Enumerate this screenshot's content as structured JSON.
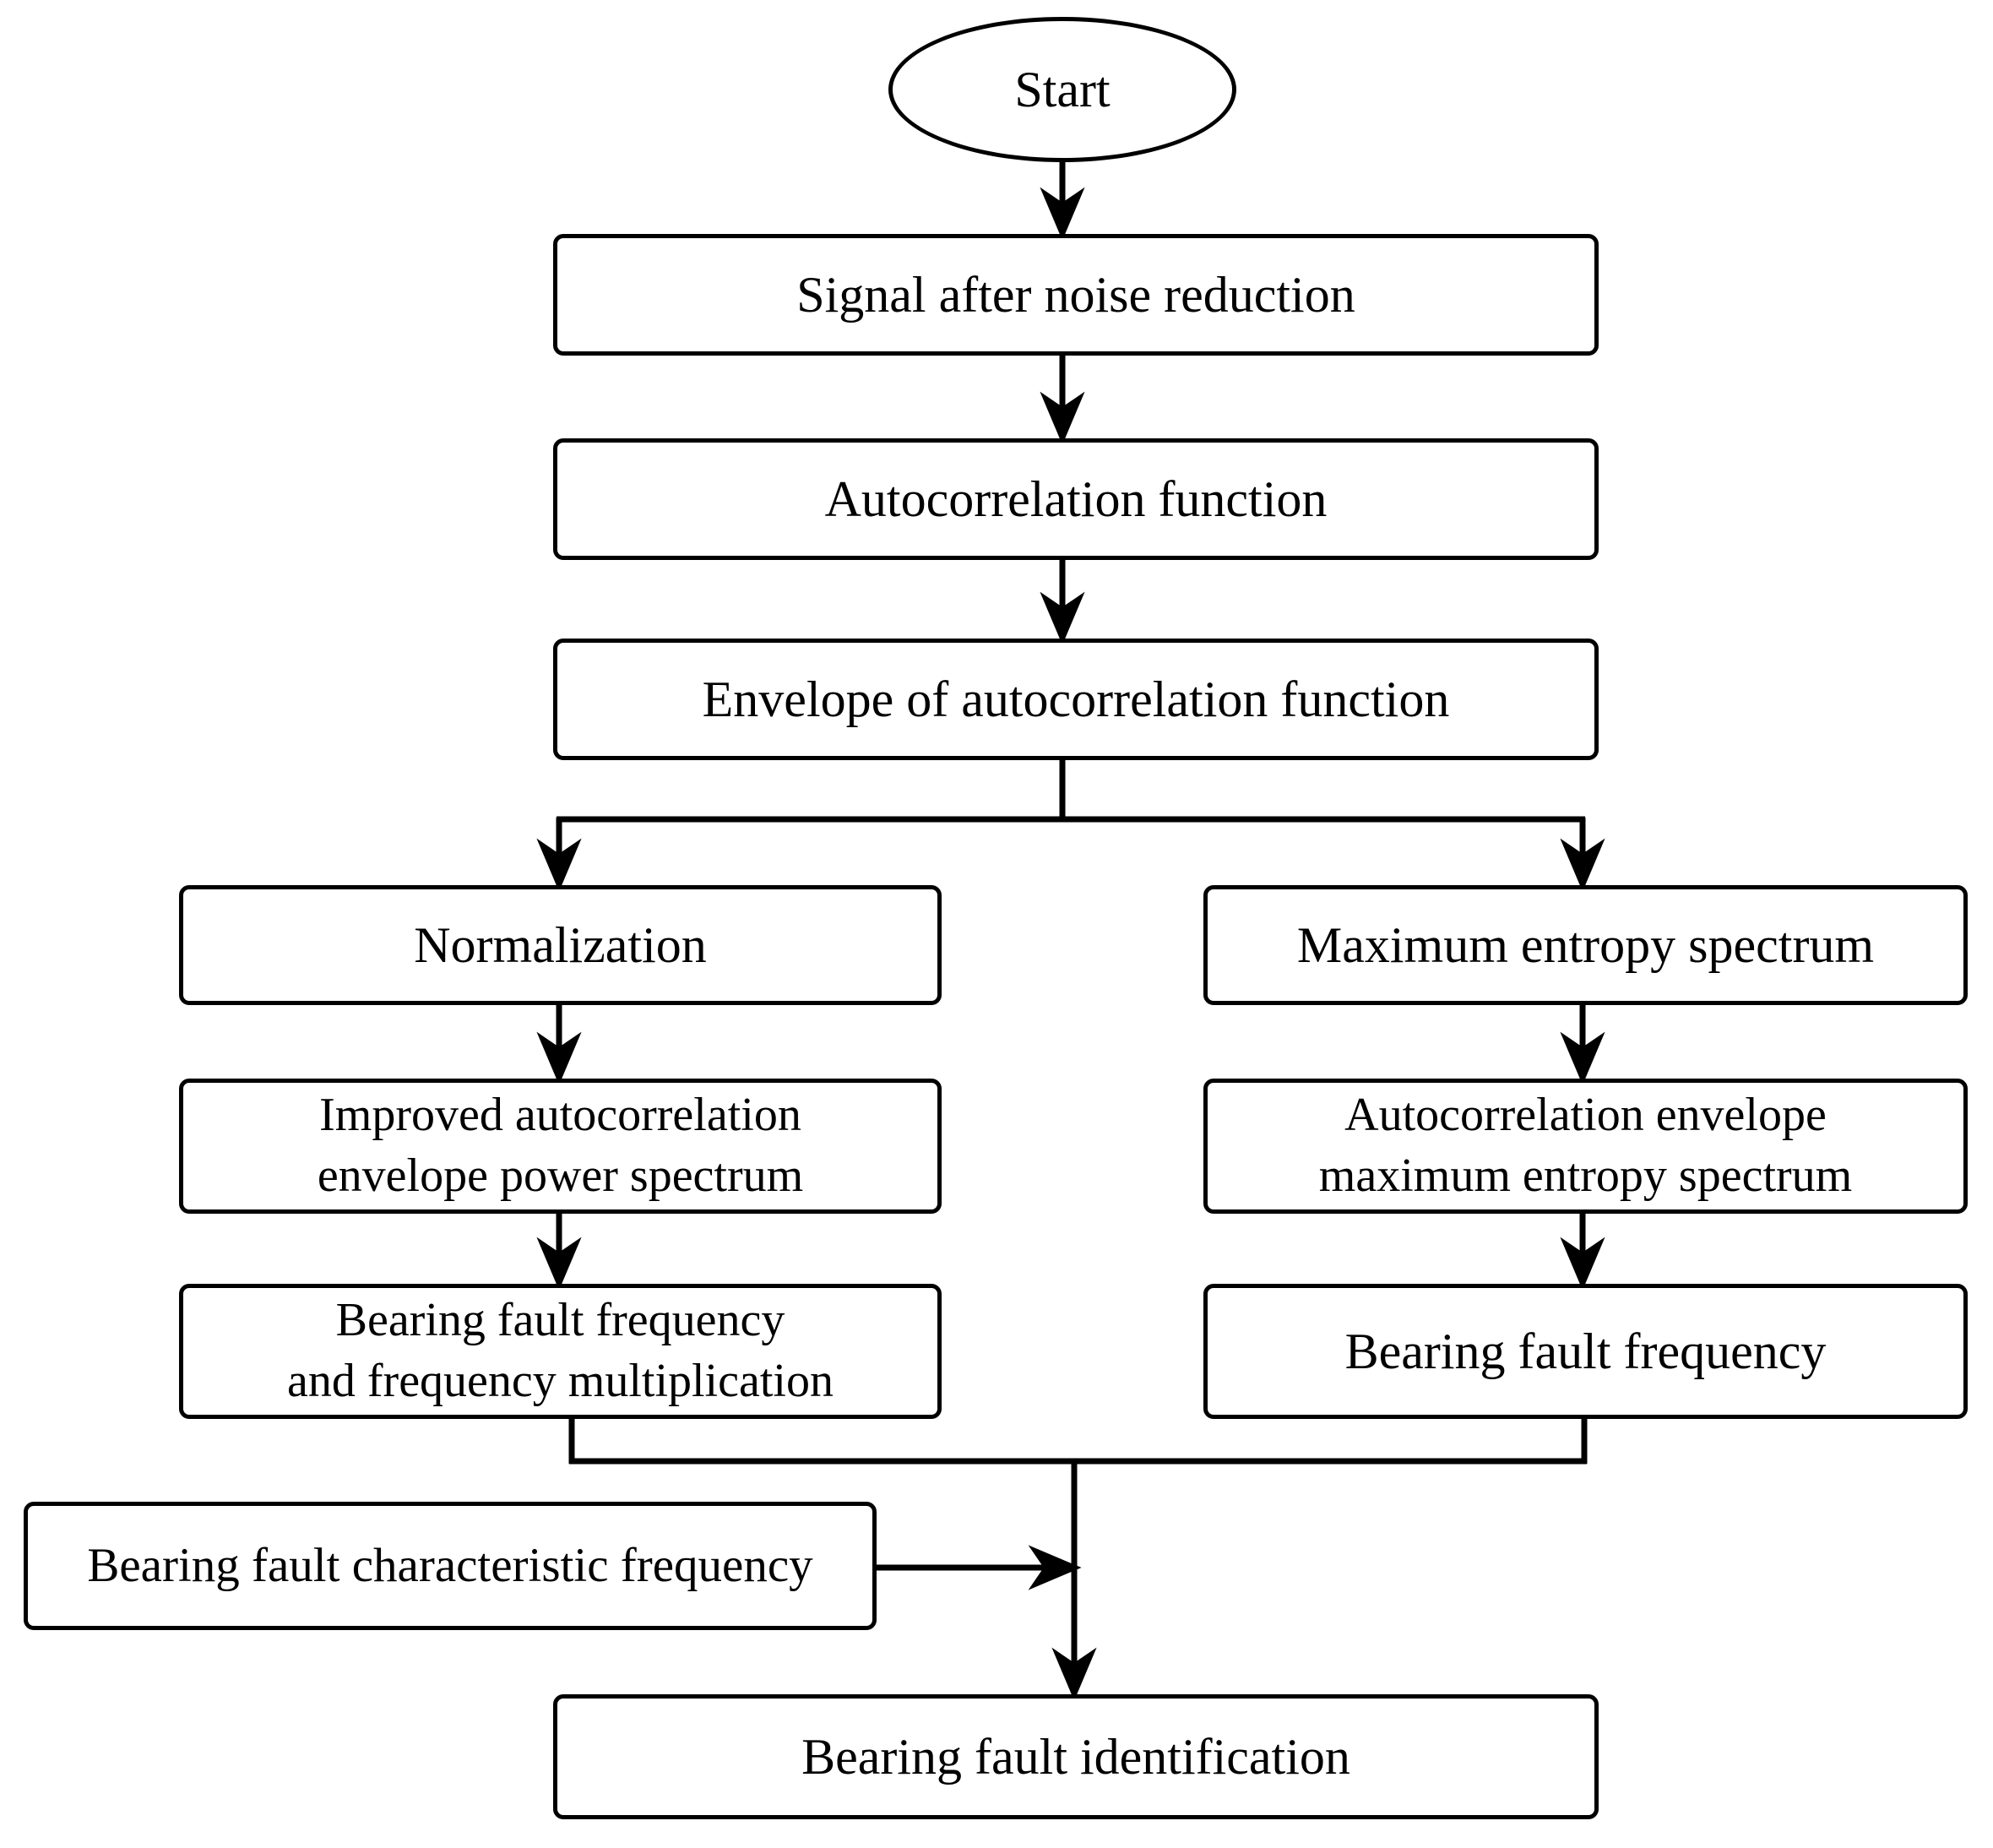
{
  "diagram": {
    "title": "Bearing fault identification flowchart",
    "stroke_color": "#000000",
    "fill_color": "#ffffff",
    "nodes": {
      "start": "Start",
      "signal": "Signal after noise reduction",
      "autocorrelation": "Autocorrelation function",
      "envelope": "Envelope of  autocorrelation function",
      "normalization": "Normalization",
      "improved_spectrum": "Improved autocorrelation\nenvelope power spectrum",
      "fault_freq_multiplication": "Bearing fault frequency\nand frequency multiplication",
      "maximum_entropy": "Maximum entropy spectrum",
      "autoenvelope_maxentropy": "Autocorrelation envelope\nmaximum entropy spectrum",
      "fault_frequency": "Bearing fault frequency",
      "characteristic_frequency": "Bearing fault characteristic frequency",
      "identification": "Bearing fault identification"
    },
    "edges": [
      {
        "from": "start",
        "to": "signal",
        "type": "arrow-down"
      },
      {
        "from": "signal",
        "to": "autocorrelation",
        "type": "arrow-down"
      },
      {
        "from": "autocorrelation",
        "to": "envelope",
        "type": "arrow-down"
      },
      {
        "from": "envelope",
        "to": "normalization",
        "type": "split-left"
      },
      {
        "from": "envelope",
        "to": "maximum_entropy",
        "type": "split-right"
      },
      {
        "from": "normalization",
        "to": "improved_spectrum",
        "type": "arrow-down"
      },
      {
        "from": "improved_spectrum",
        "to": "fault_freq_multiplication",
        "type": "arrow-down"
      },
      {
        "from": "maximum_entropy",
        "to": "autoenvelope_maxentropy",
        "type": "arrow-down"
      },
      {
        "from": "autoenvelope_maxentropy",
        "to": "fault_frequency",
        "type": "arrow-down"
      },
      {
        "from": "fault_freq_multiplication",
        "to": "identification",
        "type": "merge-left"
      },
      {
        "from": "fault_frequency",
        "to": "identification",
        "type": "merge-right"
      },
      {
        "from": "characteristic_frequency",
        "to": "identification",
        "type": "arrow-right"
      }
    ]
  }
}
